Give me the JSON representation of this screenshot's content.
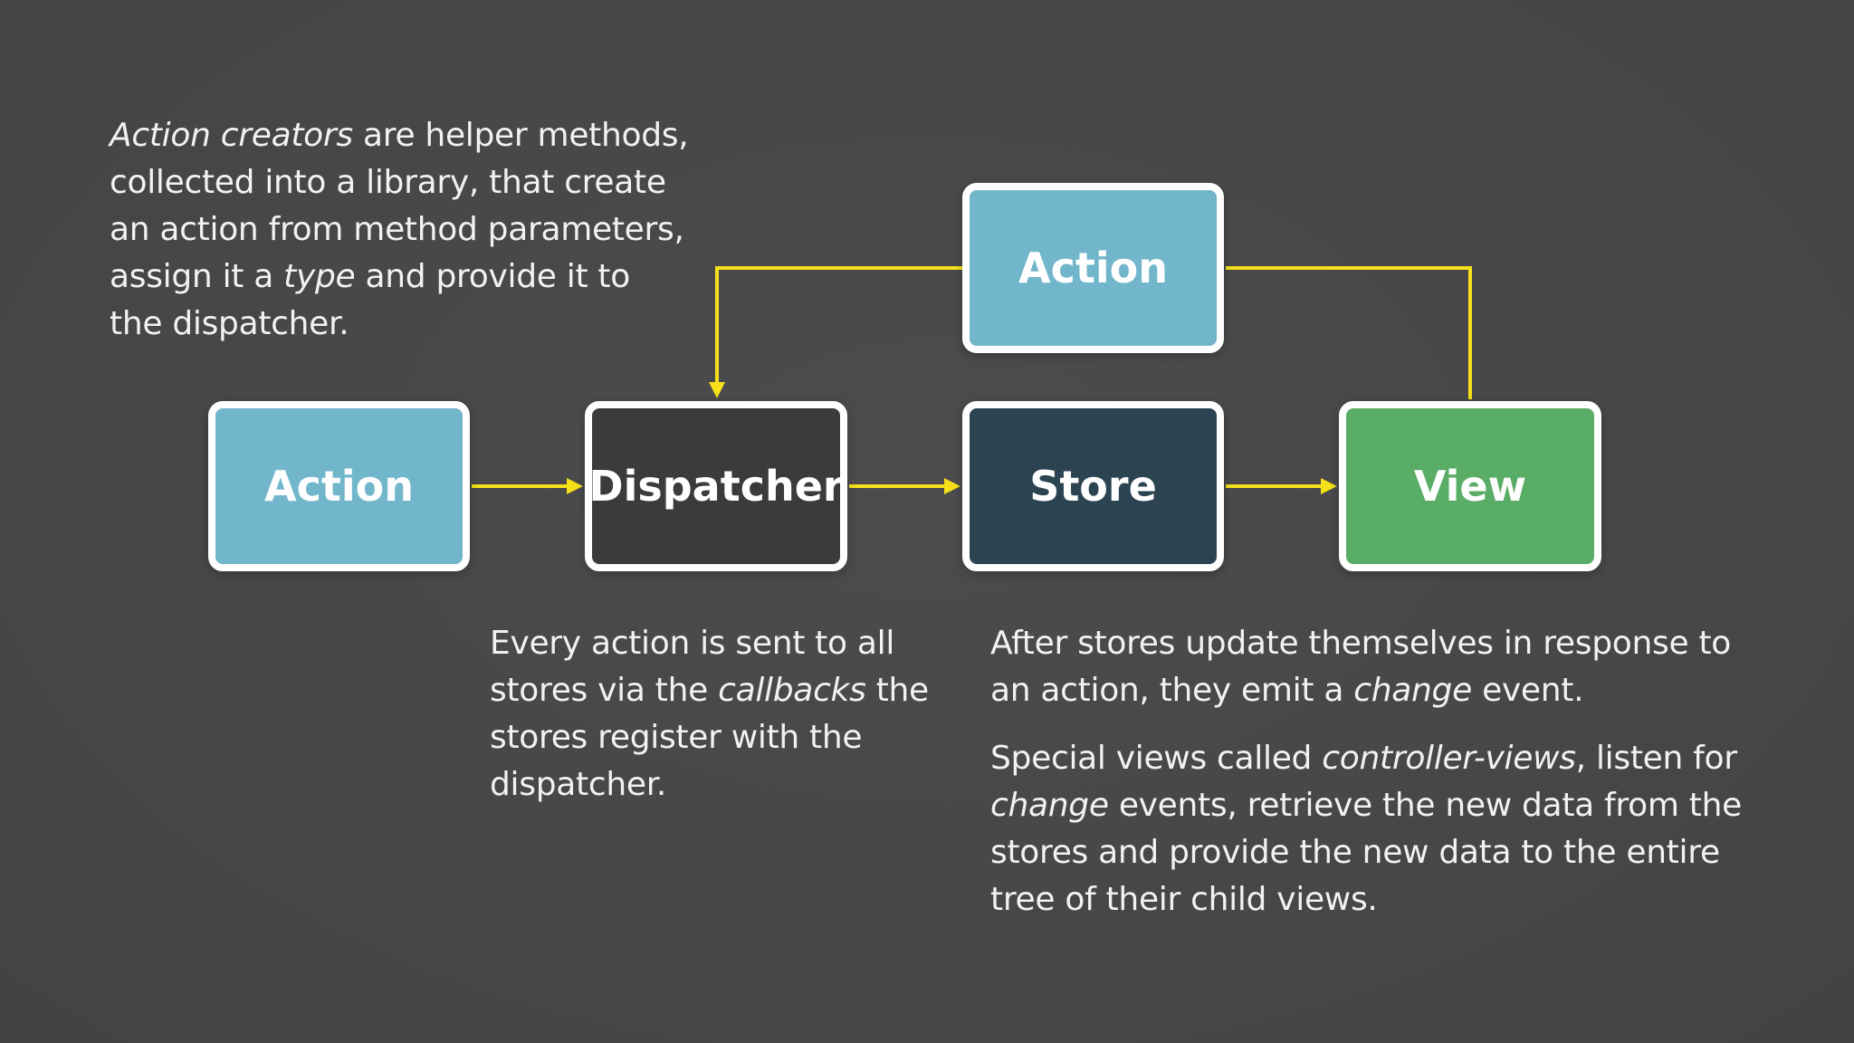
{
  "colors": {
    "background": "#474648",
    "action": "#71b6cb",
    "dispatcher": "#3b3a3d",
    "store": "#2c4352",
    "view": "#5aad66",
    "arrow": "#f5e019",
    "border": "#ffffff"
  },
  "nodes": {
    "action_top": "Action",
    "action": "Action",
    "dispatcher": "Dispatcher",
    "store": "Store",
    "view": "View"
  },
  "captions": {
    "creators": {
      "a": "Action creators",
      "b": " are helper methods, collected into a library, that create an action from method parameters, assign it a ",
      "c": "type",
      "d": " and provide it to the dispatcher."
    },
    "dispatch": {
      "a": "Every action is sent to all stores via the ",
      "b": "callbacks",
      "c": " the stores register with the dispatcher."
    },
    "stores": {
      "a": "After stores update themselves in response to an action, they emit a ",
      "b": "change",
      "c": " event."
    },
    "controller": {
      "a": "Special views called ",
      "b": "controller-views",
      "c": ", listen for ",
      "d": "change",
      "e": " events, retrieve the new data from the stores and provide the new data to the entire tree of their child views."
    }
  }
}
